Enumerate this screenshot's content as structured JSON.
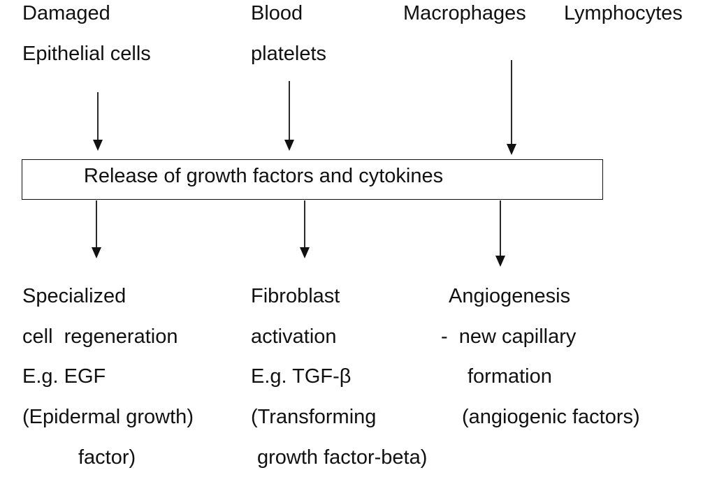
{
  "sources": {
    "epithelial": {
      "line1": "Damaged",
      "line2": "Epithelial cells"
    },
    "platelets": {
      "line1": "Blood",
      "line2": "platelets"
    },
    "macrophages": "Macrophages",
    "lymphocytes": "Lymphocytes"
  },
  "central_box": {
    "label": "Release of growth factors and cytokines"
  },
  "outcomes": {
    "regeneration": {
      "line1": "Specialized",
      "line2": "cell  regeneration",
      "line3": "E.g. EGF",
      "line4": "(Epidermal growth)",
      "line5": "factor)"
    },
    "fibroblast": {
      "line1": "Fibroblast",
      "line2": "activation",
      "line3": "E.g. TGF-β",
      "line4": "(Transforming",
      "line5": "growth factor-beta)"
    },
    "angiogenesis": {
      "line1": "Angiogenesis",
      "line2": "-  new capillary",
      "line3": "formation",
      "line4": "(angiogenic factors)"
    }
  },
  "colors": {
    "stroke": "#111111",
    "text": "#111111",
    "background": "#ffffff"
  }
}
